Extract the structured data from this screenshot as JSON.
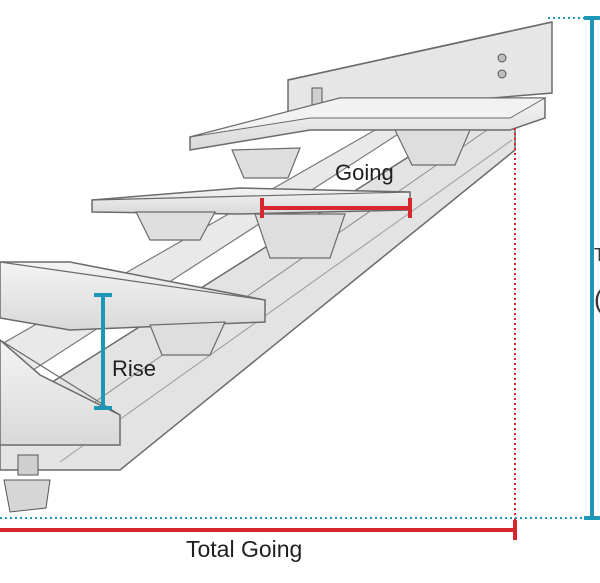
{
  "labels": {
    "going": "Going",
    "rise": "Rise",
    "total_going": "Total Going",
    "edge_partial_top": "T",
    "edge_partial_paren": "("
  },
  "colors": {
    "going_marker": "#d7262e",
    "rise_marker": "#1e96b6",
    "total_going_marker": "#d7262e",
    "total_rise_marker": "#1e96b6",
    "stair_fill": "#ececec",
    "stair_outline": "#6b6b6b"
  },
  "icons": {
    "adjustable_foot": "adjustable-foot-icon"
  }
}
